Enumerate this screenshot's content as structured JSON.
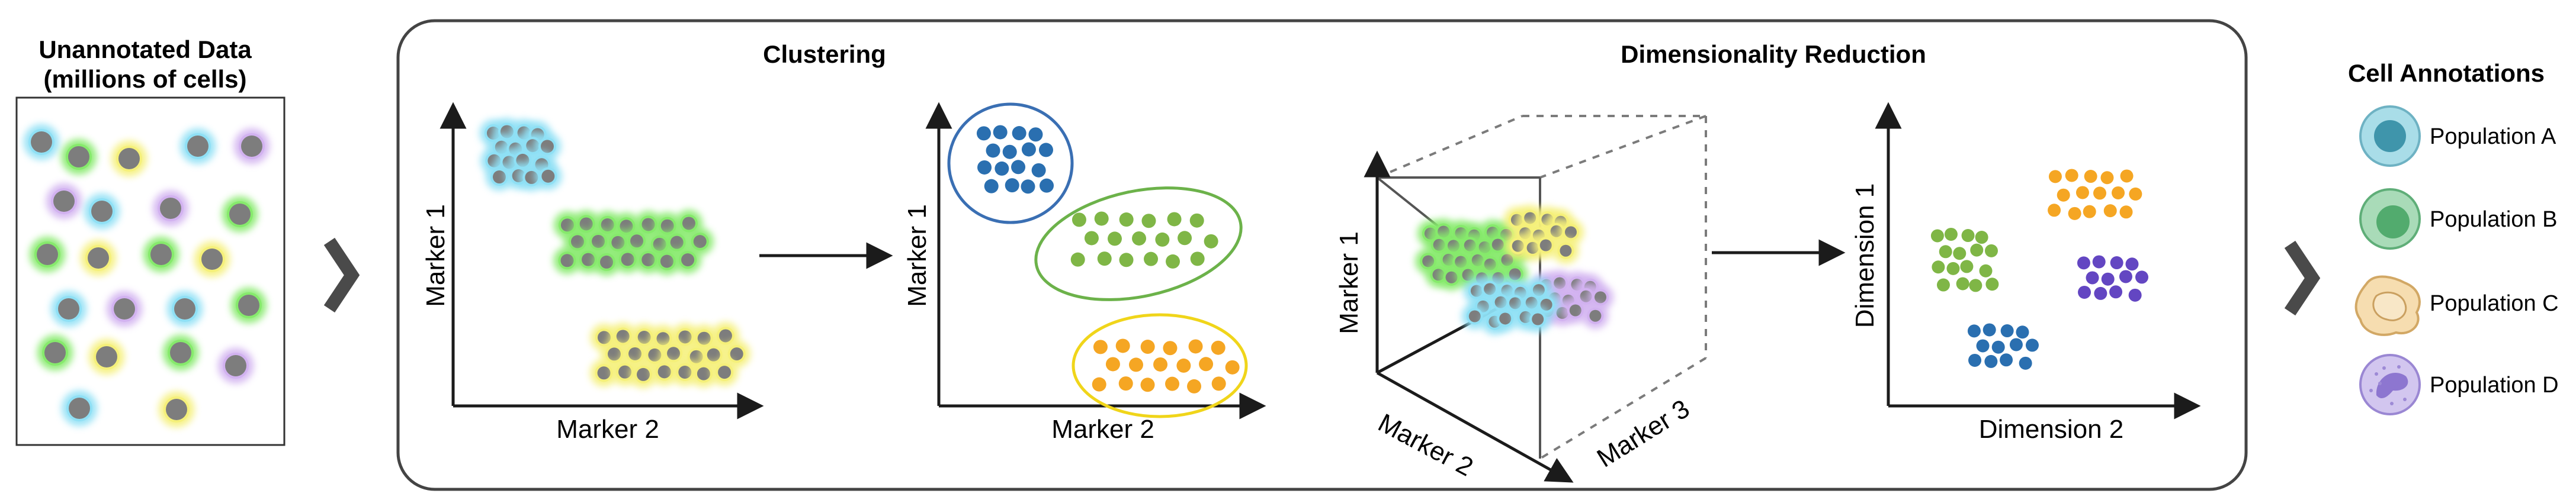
{
  "input": {
    "title_line1": "Unannotated Data",
    "title_line2": "(millions of cells)"
  },
  "panel": {
    "clustering_title": "Clustering",
    "dimred_title": "Dimensionality Reduction"
  },
  "plot1": {
    "ylabel": "Marker 1",
    "xlabel": "Marker 2"
  },
  "plot2": {
    "ylabel": "Marker 1",
    "xlabel": "Marker 2"
  },
  "plot3": {
    "ylabel": "Marker 1",
    "xlabel": "Marker 2",
    "zlabel": "Marker 3"
  },
  "plot4": {
    "ylabel": "Dimension 1",
    "xlabel": "Dimension 2"
  },
  "legend": {
    "title": "Cell Annotations",
    "items": [
      {
        "label": "Population A",
        "color": "#7cc6d6"
      },
      {
        "label": "Population B",
        "color": "#6cc38a"
      },
      {
        "label": "Population C",
        "color": "#f4dba0"
      },
      {
        "label": "Population D",
        "color": "#b6a4e0"
      }
    ]
  },
  "colors": {
    "pop_a_glow": "#8fe0f5",
    "pop_b_glow": "#86ea6c",
    "pop_c_glow": "#f5f07a",
    "pop_d_glow": "#d2b2f0",
    "nucleus_gray": "#7d7d7d",
    "cluster_blue": "#2a6fb0",
    "cluster_green": "#7fb646",
    "cluster_orange": "#f5a623",
    "cluster_purple": "#6346c2"
  }
}
